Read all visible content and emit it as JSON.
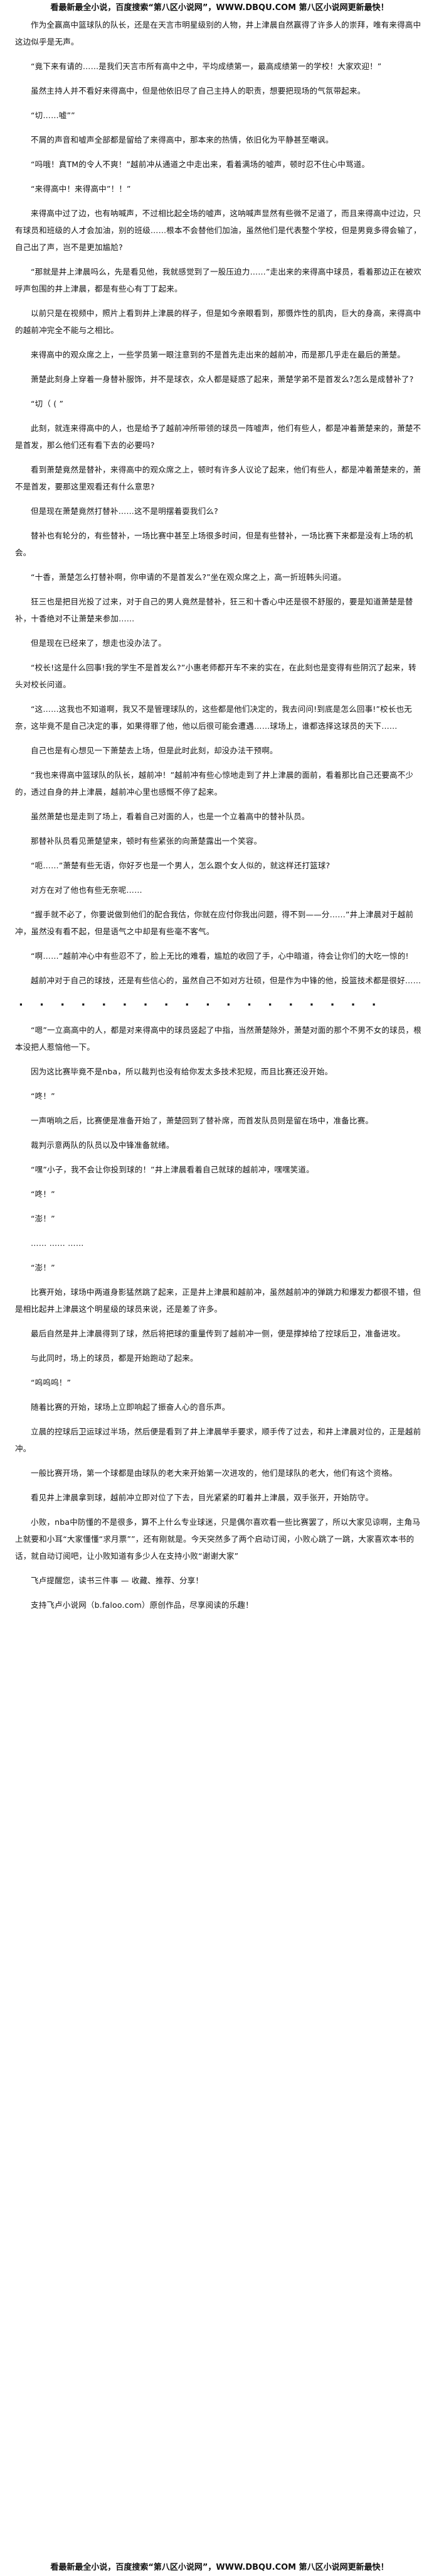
{
  "banner": {
    "top": "看最新最全小说，百度搜索“第八区小说网”，WWW.DBQU.COM 第八区小说网更新最快！",
    "bottom": "看最新最全小说，百度搜索“第八区小说网”，WWW.DBQU.COM 第八区小说网更新最快！"
  },
  "paragraphs": [
    "作为全赢高中篮球队的队长，还是在天言市明星级别的人物，井上津晨自然赢得了许多人的崇拜，唯有来得高中这边似乎是无声。",
    "“竟下来有请的……是我们天言市所有高中之中，平均成绩第一，最高成绩第一的学校！大家欢迎！”",
    "虽然主持人并不看好来得高中，但是他依旧尽了自己主持人的职责，想要把现场的气氛带起来。",
    "“切……嘘””",
    "不屑的声音和嘘声全部都是留给了来得高中，那本来的热情，依旧化为平静甚至嘲讽。",
    "“吗哦！真TM的令人不爽！”越前冲从通道之中走出来，看着满场的嘘声，顿时忍不住心中骂道。",
    "“来得高中！来得高中”！！”",
    "来得高中过了边，也有呐喊声，不过相比起全场的嘘声，这呐喊声显然有些微不足道了，而且来得高中过边，只有球员和班级的人才会加油，别的班级……根本不会替他们加油，虽然他们是代表整个学校，但是男竟多得会输了，自己出了声，岂不是更加尴尬?",
    "“那就是井上津晨吗么，先是看见他，我就感觉到了一股压迫力……”走出来的来得高中球员，看着那边正在被欢呼声包围的井上津晨，都是有些心有丁丁起来。",
    "以前只是在视频中，照片上看到井上津晨的样子，但是如今亲眼看到，那慑炸性的肌肉，巨大的身高，来得高中的越前冲完全不能与之相比。",
    "来得高中的观众席之上，一些学员第一眼注意到的不是首先走出来的越前冲，而是那几乎走在最后的萧楚。",
    "萧楚此刻身上穿着一身替补服饰，并不是球衣，众人都是疑惑了起来，萧楚学弟不是首发么?怎么是成替补了?",
    "“切（ ( ”",
    "此刻，就连来得高中的人，也是给予了越前冲所带领的球员一阵嘘声，他们有些人，都是冲着萧楚来的，萧楚不是首发，那么他们还有看下去的必要吗?",
    "看到萧楚竟然是替补，来得高中的观众席之上，顿时有许多人议论了起来，他们有些人，都是冲着萧楚来的，萧不是首发，要那这里观看还有什么意思?",
    "但是现在萧楚竟然打替补……这不是明摆着耍我们么?",
    "替补也有轮分的，有些替补，一场比赛中甚至上场很多时间，但是有些替补，一场比赛下来都是没有上场的机会。",
    "“十香，萧楚怎么打替补啊，你申请的不是首发么?”坐在观众席之上，高一折班韩头问道。",
    "狂三也是把目光投了过来，对于自己的男人竟然是替补，狂三和十香心中还是很不舒服的，要是知道萧楚是替补，十香绝对不让萧楚来参加……",
    "但是现在已经来了，想走也没办法了。",
    "“校长!这是什么回事!我的学生不是首发么?”小惠老师都开车不来的实在，在此刻也是变得有些阴沉了起来，转头对校长问道。",
    "“这……这我也不知道啊，我又不是管理球队的，这些都是他们决定的，我去问问!到底是怎么回事!”校长也无奈，这毕竟不是自己决定的事，如果得罪了他，他以后很可能会遭遇……球场上，谁都选择这球员的天下……",
    "自己也是有心想见一下萧楚去上场，但是此时此刻，却没办法干预啊。",
    "“我也来得高中篮球队的队长，越前冲！”越前冲有些心惊地走到了井上津晨的面前，看着那比自己还要高不少的，透过自身的井上津晨，越前冲心里也感慨不停了起来。",
    "虽然萧楚也是走到了场上，看着自己对面的人，也是一个立着高中的替补队员。",
    "那替补队员看见萧楚望来，顿时有些紧张的向萧楚露出一个笑容。",
    "“呃……”萧楚有些无语，你好歹也是一个男人，怎么跟个女人似的，就这样还打篮球?",
    "对方在对了他也有些无奈呢……",
    "“握手就不必了，你要说做到他们的配合我估，你就在应付你我出问题，得不到——分……”井上津晨对于越前冲，虽然没有看不起，但是语气之中却是有些毫不客气。",
    "“啊……”越前冲心中有些忍不了，脸上无比的难看，尴尬的收回了手，心中暗道，待会让你们的大吃一惊的!",
    "越前冲对于自己的球技，还是有些信心的，虽然自己不如对方壮硕，但是作为中锋的他，投篮技术都是很好……",
    "· · · · · · · · · · · · · · · · · ·",
    "“嗯”一立高高中的人，都是对来得高中的球员竖起了中指，当然萧楚除外，萧楚对面的那个不男不女的球员，根本没把人惹恼他一下。",
    "因为这比赛毕竟不是nba，所以裁判也没有给你发太多技术犯规，而且比赛还没开始。",
    "“咚！”",
    "一声哨响之后，比赛便是准备开始了，萧楚回到了替补席，而首发队员则是留在场中，准备比赛。",
    "裁判示意两队的队员以及中锋准备就绪。",
    "“嘿”小子，我不会让你投到球的！”井上津晨看着自己就球的越前冲，嘿嘿笑道。",
    "“咚！”",
    "“澎！”",
    "…… …… ……",
    "“澎！”",
    "比赛开始，球场中两道身影猛然跳了起来，正是井上津晨和越前冲，虽然越前冲的弹跳力和爆发力都很不错，但是相比起井上津晨这个明星级的球员来说，还是差了许多。",
    "最后自然是井上津晨得到了球，然后将把球的重量传到了越前冲一侧，便是撑掉给了控球后卫，准备进攻。",
    "与此同时，场上的球员，都是开始跑动了起来。",
    "“呜呜呜！”",
    "随着比赛的开始，球场上立即响起了振奋人心的音乐声。",
    "立晨的控球后卫运球过半场，然后便是看到了井上津晨举手要求，顺手传了过去，和井上津晨对位的，正是越前冲。",
    "一般比赛开场，第一个球都是由球队的老大来开始第一次进攻的，他们是球队的老大，他们有这个资格。",
    "看见井上津晨拿到球，越前冲立即对位了下去，目光紧紧的盯着井上津晨，双手张开，开始防守。",
    "小败，nba中防懂的不是很多，算不上什么专业球迷，只是偶尔喜欢看一些比赛罢了，所以大家见谅啊，主角马上就要和小耳“大家懂懂“求月票””，还有刚就是。今天突然多了两个启动订阅，小败心跳了一跳，大家喜欢本书的话，就自动订阅吧，让小败知道有多少人在支持小败“谢谢大家”",
    "飞卢提醒您，读书三件事 — 收藏、推荐、分享！",
    "支持飞卢小说网（b.faloo.com）原创作品，尽享阅读的乐趣！"
  ]
}
